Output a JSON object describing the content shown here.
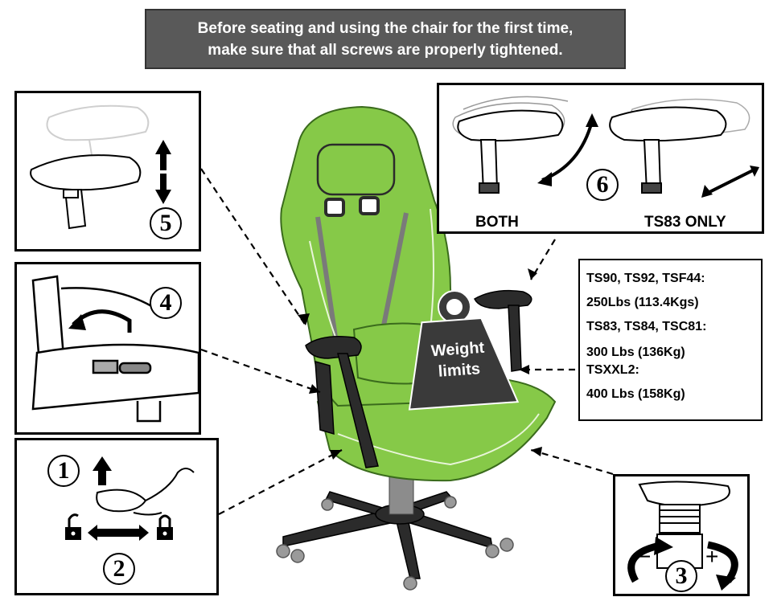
{
  "banner": {
    "line1": "Before seating and using the chair for the first time,",
    "line2": "make sure that all screws are properly tightened."
  },
  "steps": {
    "step1": "1",
    "step2": "2",
    "step3": "3",
    "step4": "4",
    "step5": "5",
    "step6": "6"
  },
  "armrest": {
    "both_label": "BOTH",
    "ts83_label": "TS83 ONLY"
  },
  "knob": {
    "minus": "−",
    "plus": "+"
  },
  "weight_icon": {
    "line1": "Weight",
    "line2": "limits"
  },
  "weight_limits": [
    {
      "models": "TS90, TS92, TSF44:",
      "limit": "250Lbs (113.4Kgs)"
    },
    {
      "models": "TS83, TS84, TSC81:",
      "limit": "300 Lbs (136Kg)"
    },
    {
      "models": "TSXXL2:",
      "limit": "400 Lbs (158Kg)"
    }
  ],
  "colors": {
    "chair_green": "#86c948",
    "chair_dark": "#2b2b2b",
    "banner_bg": "#595959"
  }
}
